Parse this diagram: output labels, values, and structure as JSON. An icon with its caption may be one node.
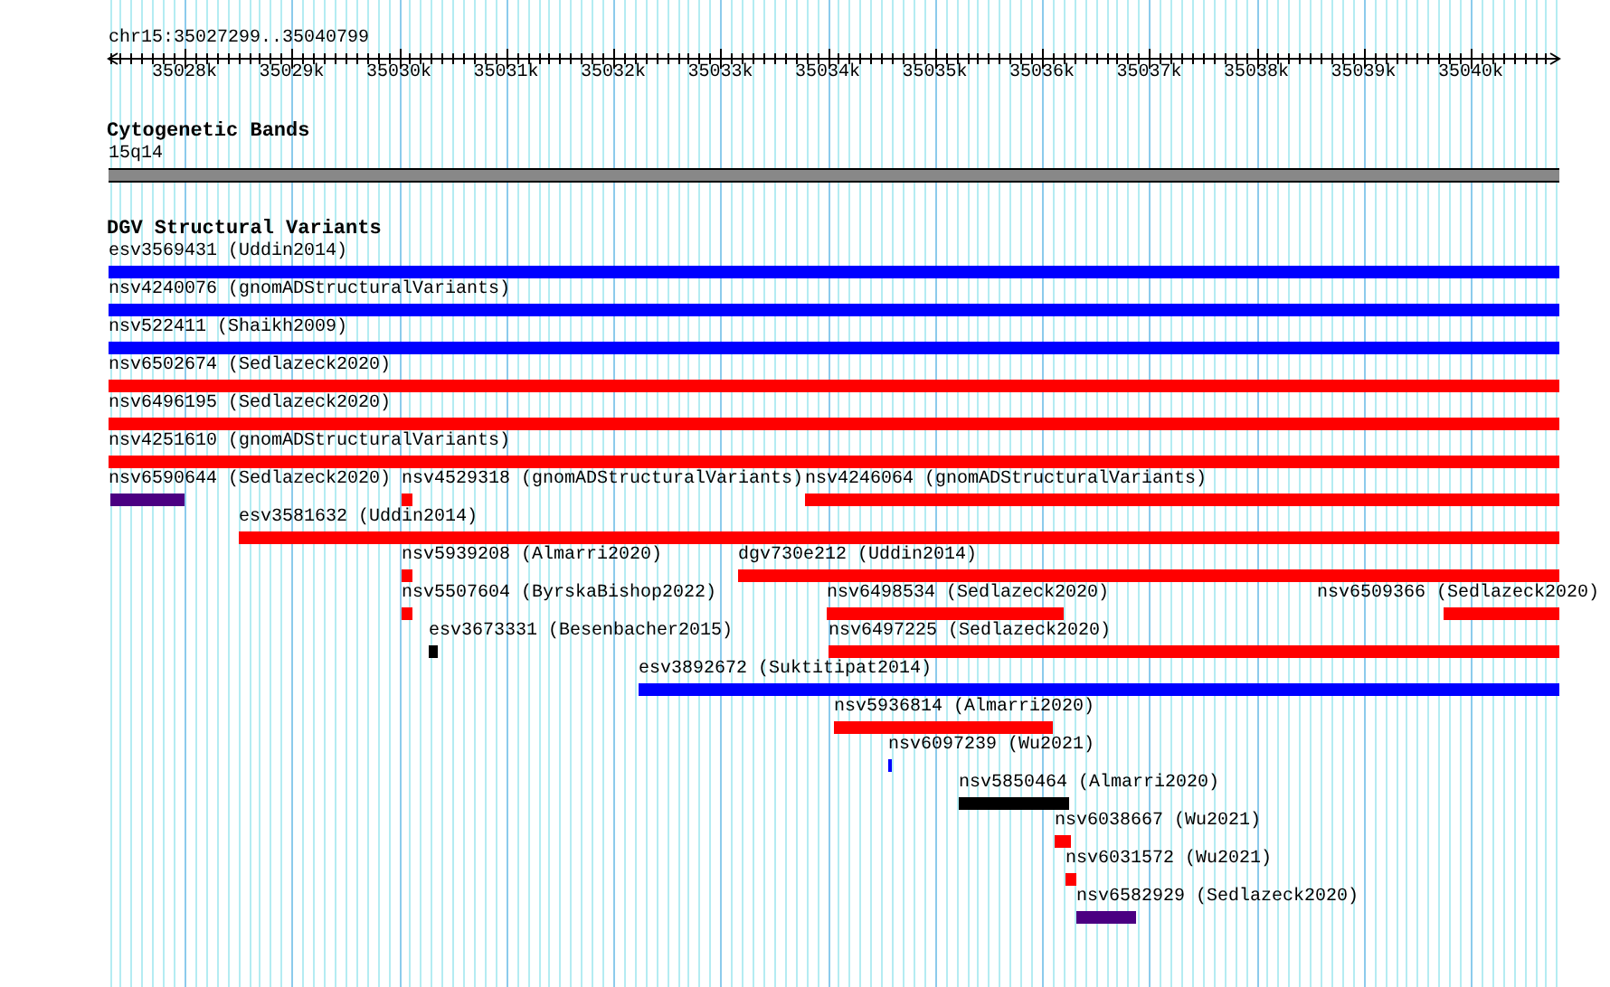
{
  "diagram": {
    "nodes": [
      {
        "text": [
          "15q14"
        ]
      },
      {
        "text": [
          "esv3569431 (Uddin2014)"
        ]
      },
      {
        "text": [
          "nsv4240076 (gnomADStructuralVariants)"
        ]
      },
      {
        "text": [
          "nsv522411 (Shaikh2009)"
        ]
      },
      {
        "text": [
          "nsv6502674 (Sedlazeck2020)"
        ]
      },
      {
        "text": [
          "nsv6496195 (Sedlazeck2020)"
        ]
      },
      {
        "text": [
          "nsv4251610 (gnomADStructuralVariants)"
        ]
      },
      {
        "text": [
          "nsv6590644 (Sedlazeck2020)"
        ]
      },
      {
        "text": [
          "nsv4529318 (gnomADStructuralVariants)"
        ]
      },
      {
        "text": [
          "nsv4246064 (gnomADStructuralVariants)"
        ]
      },
      {
        "text": [
          "esv3581632 (Uddin2014)"
        ]
      },
      {
        "text": [
          "nsv5939208 (Almarri2020)"
        ]
      },
      {
        "text": [
          "dgv730e212 (Uddin2014)"
        ]
      },
      {
        "text": [
          "nsv5507604 (ByrskaBishop2022)"
        ]
      },
      {
        "text": [
          "nsv6498534 (Sedlazeck2020)"
        ]
      },
      {
        "text": [
          "nsv6509366 (Sedlazeck2020)"
        ]
      },
      {
        "text": [
          "esv3673331 (Besenbacher2015)"
        ]
      },
      {
        "text": [
          "nsv6497225 (Sedlazeck2020)"
        ]
      },
      {
        "text": [
          "esv3892672 (Suktitipat2014)"
        ]
      },
      {
        "text": [
          "nsv5936814 (Almarri2020)"
        ]
      },
      {
        "text": [
          "nsv6097239 (Wu2021)"
        ]
      },
      {
        "text": [
          "nsv5850464 (Almarri2020)"
        ]
      },
      {
        "text": [
          "nsv6038667 (Wu2021)"
        ]
      },
      {
        "text": [
          "nsv6031572 (Wu2021)"
        ]
      },
      {
        "text": [
          "nsv6582929 (Sedlazeck2020)"
        ]
      }
    ],
    "labels": [
      "chr15:35027299..35040799",
      "35028k",
      "35029k",
      "35030k",
      "35031k",
      "35032k",
      "35033k",
      "35034k",
      "35035k",
      "35036k",
      "35037k",
      "35038k",
      "35039k",
      "35040k",
      "Cytogenetic Bands",
      "DGV Structural Variants"
    ]
  }
}
